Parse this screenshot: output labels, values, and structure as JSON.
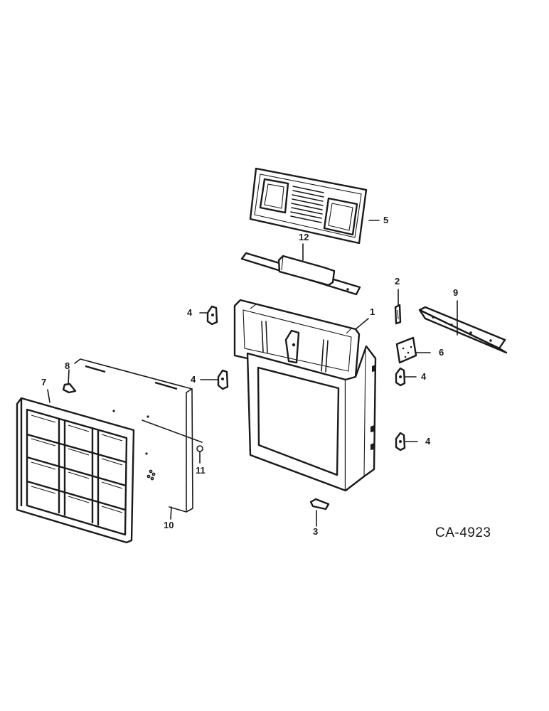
{
  "drawing": {
    "id": "CA-4923"
  },
  "callouts": {
    "c1": "1",
    "c2": "2",
    "c3": "3",
    "c4a": "4",
    "c4b": "4",
    "c4c": "4",
    "c4d": "4",
    "c5": "5",
    "c6": "6",
    "c7": "7",
    "c8": "8",
    "c9": "9",
    "c10": "10",
    "c11": "11",
    "c12": "12"
  }
}
